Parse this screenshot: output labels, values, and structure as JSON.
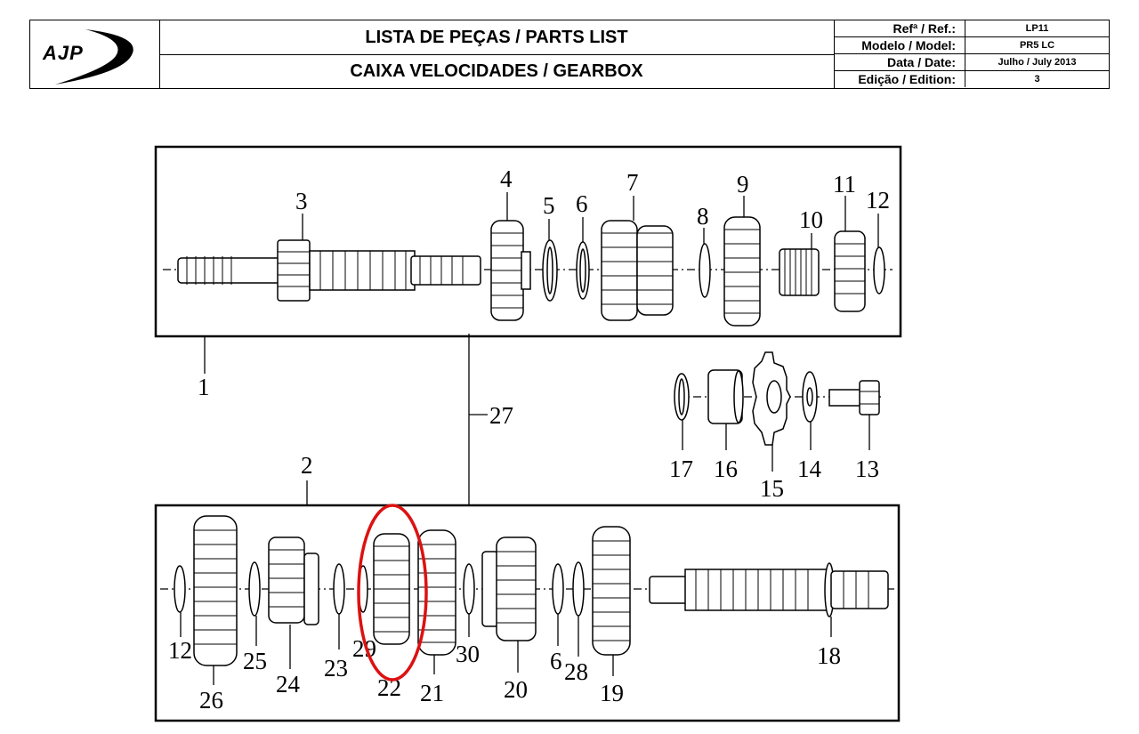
{
  "header": {
    "logo_text": "AJP",
    "title_line1": "LISTA DE PEÇAS / PARTS LIST",
    "title_line2": "CAIXA VELOCIDADES / GEARBOX",
    "info": [
      {
        "label": "Refª / Ref.:",
        "value": "LP11"
      },
      {
        "label": "Modelo / Model:",
        "value": "PR5 LC"
      },
      {
        "label": "Data / Date:",
        "value": "Julho / July 2013"
      },
      {
        "label": "Edição / Edition:",
        "value": "3"
      }
    ]
  },
  "callouts": {
    "c1": "1",
    "c2": "2",
    "c3": "3",
    "c4": "4",
    "c5": "5",
    "c6": "6",
    "c7": "7",
    "c8": "8",
    "c9": "9",
    "c10": "10",
    "c11": "11",
    "c12": "12",
    "c13": "13",
    "c14": "14",
    "c15": "15",
    "c16": "16",
    "c17": "17",
    "c18": "18",
    "c19": "19",
    "c20": "20",
    "c21": "21",
    "c22": "22",
    "c23": "23",
    "c24": "24",
    "c25": "25",
    "c26": "26",
    "c27": "27",
    "c28": "28",
    "c29": "29",
    "c30": "30",
    "c6b": "6",
    "c12b": "12"
  },
  "highlight": {
    "color": "#dd1111",
    "part": "22"
  }
}
